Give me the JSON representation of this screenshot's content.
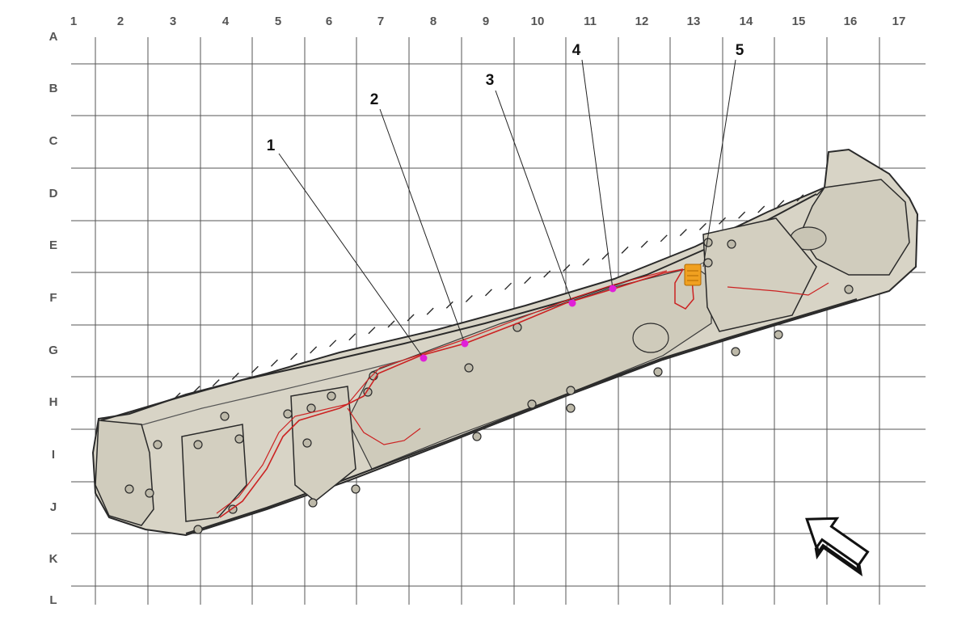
{
  "grid": {
    "columns": [
      "1",
      "2",
      "3",
      "4",
      "5",
      "6",
      "7",
      "8",
      "9",
      "10",
      "11",
      "12",
      "13",
      "14",
      "15",
      "16",
      "17"
    ],
    "rows": [
      "A",
      "B",
      "C",
      "D",
      "E",
      "F",
      "G",
      "H",
      "I",
      "J",
      "K",
      "L"
    ]
  },
  "callouts": [
    {
      "label": "1"
    },
    {
      "label": "2"
    },
    {
      "label": "3"
    },
    {
      "label": "4"
    },
    {
      "label": "5"
    }
  ],
  "colors": {
    "grid": "#555555",
    "bumper_fill": "#d8d4c6",
    "bumper_outline": "#2a2a2a",
    "harness": "#cc2222",
    "clip_marker": "#e020d8",
    "connector": "#f0a020",
    "direction_arrow": "#111111"
  },
  "icons": {
    "view_direction": "arrow-up-left-icon",
    "connector": "connector-icon"
  }
}
